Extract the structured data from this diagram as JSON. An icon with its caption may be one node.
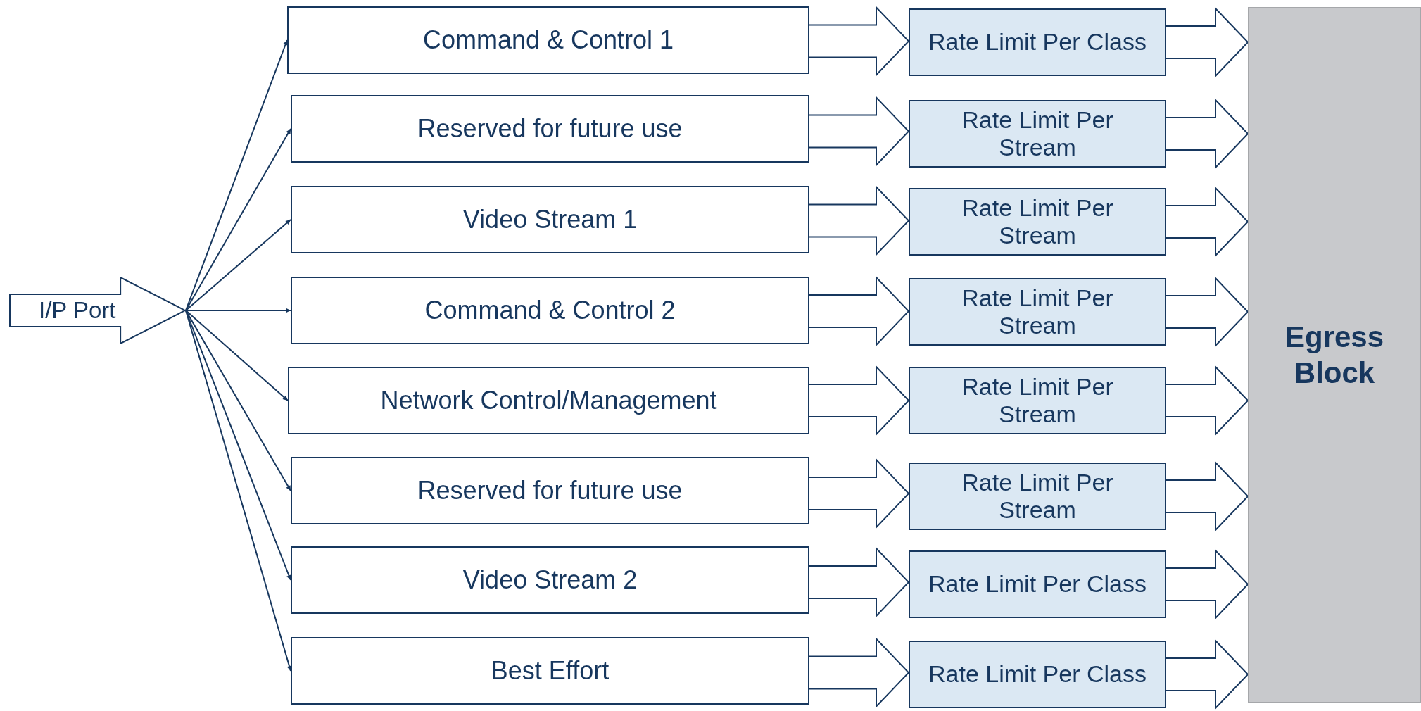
{
  "diagram": {
    "nodes": [
      {
        "text": [
          "I/P Port"
        ]
      },
      {
        "text": [
          "Command & Control 1"
        ]
      },
      {
        "text": [
          "Reserved for future use"
        ]
      },
      {
        "text": [
          "Video Stream 1"
        ]
      },
      {
        "text": [
          "Command & Control 2"
        ]
      },
      {
        "text": [
          "Network Control/Management"
        ]
      },
      {
        "text": [
          "Reserved for future use"
        ]
      },
      {
        "text": [
          "Video Stream 2"
        ]
      },
      {
        "text": [
          "Best Effort"
        ]
      },
      {
        "text": [
          "Rate Limit Per Class"
        ]
      },
      {
        "text": [
          "Rate Limit Per Stream"
        ]
      },
      {
        "text": [
          "Rate Limit Per Stream"
        ]
      },
      {
        "text": [
          "Rate Limit Per Stream"
        ]
      },
      {
        "text": [
          "Rate Limit Per Stream"
        ]
      },
      {
        "text": [
          "Rate Limit Per Stream"
        ]
      },
      {
        "text": [
          "Rate Limit Per Class"
        ]
      },
      {
        "text": [
          "Rate Limit Per Class"
        ]
      },
      {
        "text": [
          "Egress Block"
        ]
      }
    ],
    "edges": [
      {
        "from": 0,
        "to": 1,
        "arrow": "to"
      },
      {
        "from": 0,
        "to": 2,
        "arrow": "to"
      },
      {
        "from": 0,
        "to": 3,
        "arrow": "to"
      },
      {
        "from": 0,
        "to": 4,
        "arrow": "to"
      },
      {
        "from": 0,
        "to": 5,
        "arrow": "to"
      },
      {
        "from": 0,
        "to": 6,
        "arrow": "to"
      },
      {
        "from": 0,
        "to": 7,
        "arrow": "to"
      },
      {
        "from": 0,
        "to": 8,
        "arrow": "to"
      },
      {
        "from": 1,
        "to": 9,
        "arrow": "to",
        "style": "thick"
      },
      {
        "from": 2,
        "to": 10,
        "arrow": "to",
        "style": "thick"
      },
      {
        "from": 3,
        "to": 11,
        "arrow": "to",
        "style": "thick"
      },
      {
        "from": 4,
        "to": 12,
        "arrow": "to",
        "style": "thick"
      },
      {
        "from": 5,
        "to": 13,
        "arrow": "to",
        "style": "thick"
      },
      {
        "from": 6,
        "to": 14,
        "arrow": "to",
        "style": "thick"
      },
      {
        "from": 7,
        "to": 15,
        "arrow": "to",
        "style": "thick"
      },
      {
        "from": 8,
        "to": 16,
        "arrow": "to",
        "style": "thick"
      },
      {
        "from": 9,
        "to": 17,
        "arrow": "to",
        "style": "thick"
      },
      {
        "from": 10,
        "to": 17,
        "arrow": "to",
        "style": "thick"
      },
      {
        "from": 11,
        "to": 17,
        "arrow": "to",
        "style": "thick"
      },
      {
        "from": 12,
        "to": 17,
        "arrow": "to",
        "style": "thick"
      },
      {
        "from": 13,
        "to": 17,
        "arrow": "to",
        "style": "thick"
      },
      {
        "from": 14,
        "to": 17,
        "arrow": "to",
        "style": "thick"
      },
      {
        "from": 15,
        "to": 17,
        "arrow": "to",
        "style": "thick"
      },
      {
        "from": 16,
        "to": 17,
        "arrow": "to",
        "style": "thick"
      }
    ]
  }
}
